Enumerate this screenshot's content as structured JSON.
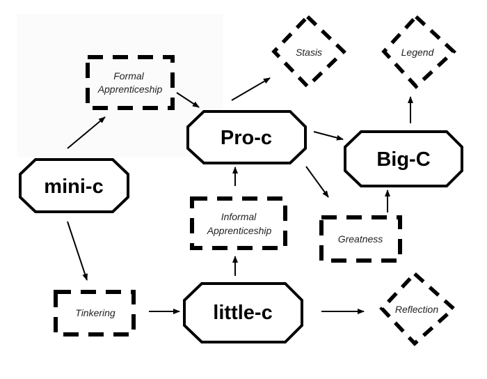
{
  "diagram": {
    "nodes": {
      "mini_c": {
        "label": "mini-c",
        "shape": "octagon"
      },
      "pro_c": {
        "label": "Pro-c",
        "shape": "octagon"
      },
      "big_c": {
        "label": "Big-C",
        "shape": "octagon"
      },
      "little_c": {
        "label": "little-c",
        "shape": "octagon"
      },
      "formal_apprenticeship": {
        "label_line1": "Formal",
        "label_line2": "Apprenticeship",
        "shape": "dashed-rectangle"
      },
      "informal_apprenticeship": {
        "label_line1": "Informal",
        "label_line2": "Apprenticeship",
        "shape": "dashed-rectangle"
      },
      "tinkering": {
        "label": "Tinkering",
        "shape": "dashed-rectangle"
      },
      "greatness": {
        "label": "Greatness",
        "shape": "dashed-rectangle"
      },
      "stasis": {
        "label": "Stasis",
        "shape": "dashed-diamond"
      },
      "legend": {
        "label": "Legend",
        "shape": "dashed-diamond"
      },
      "reflection": {
        "label": "Reflection",
        "shape": "dashed-diamond"
      }
    },
    "edges": [
      {
        "from": "mini-c",
        "to": "Formal Apprenticeship"
      },
      {
        "from": "mini-c",
        "to": "Tinkering"
      },
      {
        "from": "Formal Apprenticeship",
        "to": "Pro-c"
      },
      {
        "from": "Pro-c",
        "to": "Stasis"
      },
      {
        "from": "Pro-c",
        "to": "Big-C"
      },
      {
        "from": "Pro-c",
        "to": "Greatness"
      },
      {
        "from": "Big-C",
        "to": "Legend"
      },
      {
        "from": "Greatness",
        "to": "Big-C"
      },
      {
        "from": "Informal Apprenticeship",
        "to": "Pro-c"
      },
      {
        "from": "little-c",
        "to": "Informal Apprenticeship"
      },
      {
        "from": "Tinkering",
        "to": "little-c"
      },
      {
        "from": "little-c",
        "to": "Reflection"
      }
    ]
  }
}
